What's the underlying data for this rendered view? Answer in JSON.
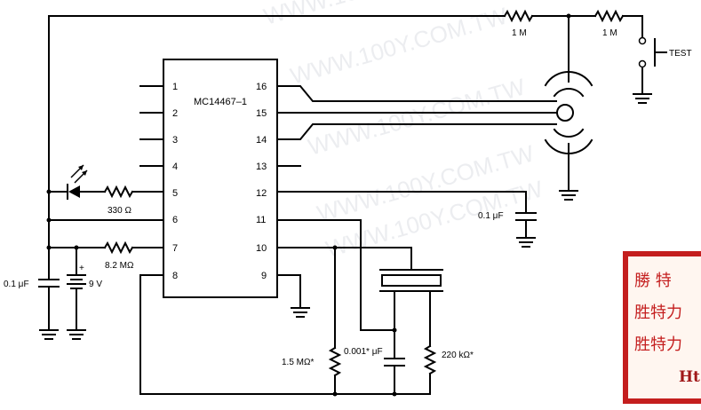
{
  "chip": {
    "name": "MC14467–1"
  },
  "pins": {
    "p1": "1",
    "p2": "2",
    "p3": "3",
    "p4": "4",
    "p5": "5",
    "p6": "6",
    "p7": "7",
    "p8": "8",
    "p9": "9",
    "p10": "10",
    "p11": "11",
    "p12": "12",
    "p13": "13",
    "p14": "14",
    "p15": "15",
    "p16": "16"
  },
  "components": {
    "r_top_1": "1 M",
    "r_top_2": "1 M",
    "test": "TEST",
    "r_led": "330 Ω",
    "r_82": "8.2 MΩ",
    "c_left": "0.1 μF",
    "battery": "9 V",
    "c_right": "0.1 μF",
    "r_15": "1.5 MΩ*",
    "c_001": "0.001* μF",
    "r_220": "220 kΩ*"
  },
  "watermark": {
    "text": "WWW.100Y.COM.TW"
  },
  "stamp": {
    "line1": "勝 特",
    "line2": "胜特力",
    "line3": "胜特力",
    "line4": "Ht"
  },
  "colors": {
    "stamp_red": "#c41e1e",
    "wire": "#000000"
  }
}
